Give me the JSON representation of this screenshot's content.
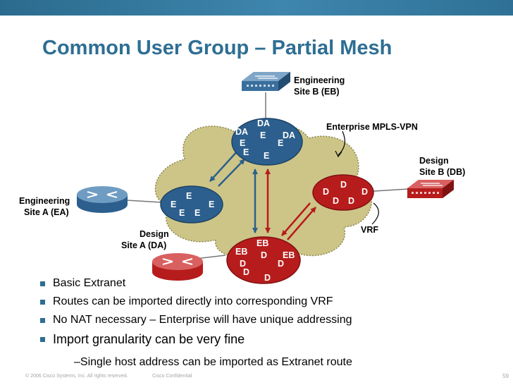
{
  "title": "Common User Group – Partial Mesh",
  "labels": {
    "eng_site_b": [
      "Engineering",
      "Site B (EB)"
    ],
    "enterprise_mpls": "Enterprise MPLS-VPN",
    "design_site_b": [
      "Design",
      "Site B (DB)"
    ],
    "eng_site_a": [
      "Engineering",
      "Site A (EA)"
    ],
    "design_site_a": [
      "Design",
      "Site A (DA)"
    ],
    "vrf": "VRF"
  },
  "vrfs": {
    "top": [
      "DA",
      "DA",
      "DA",
      "E",
      "E",
      "E",
      "E",
      "E"
    ],
    "left": [
      "E",
      "E",
      "E",
      "E",
      "E"
    ],
    "right": [
      "D",
      "D",
      "D",
      "D",
      "D"
    ],
    "bottom": [
      "EB",
      "EB",
      "EB",
      "D",
      "D",
      "D",
      "D",
      "D"
    ]
  },
  "bullets": [
    "Basic Extranet",
    "Routes can be imported directly into corresponding VRF",
    "No NAT necessary – Enterprise will have unique addressing",
    "Import granularity can be very fine"
  ],
  "sub_bullet": "–Single host address can be imported as Extranet route",
  "footer": {
    "copyright": "© 2006 Cisco Systems, Inc. All rights reserved.",
    "confidential": "Cisco Confidential",
    "page": "59"
  },
  "colors": {
    "title": "#2e6e93",
    "cloud": "#cdc587",
    "blue_vrf": "#2c5f8d",
    "red_vrf": "#b71c1c"
  }
}
